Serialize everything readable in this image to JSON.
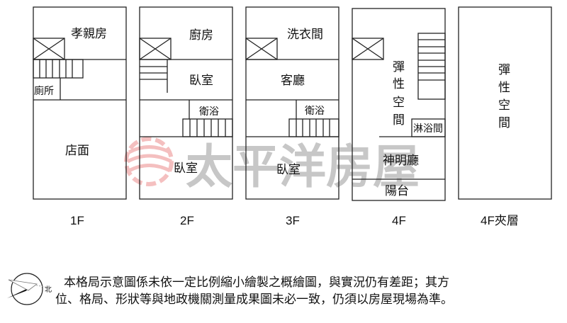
{
  "watermark": "太平洋房屋",
  "floors": [
    {
      "label": "1F",
      "rooms": [
        "孝親房",
        "廁所",
        "店面"
      ]
    },
    {
      "label": "2F",
      "rooms": [
        "廚房",
        "臥室",
        "衛浴",
        "臥室"
      ]
    },
    {
      "label": "3F",
      "rooms": [
        "洗衣間",
        "客廳",
        "衛浴",
        "臥室"
      ]
    },
    {
      "label": "4F",
      "rooms": [
        "彈",
        "性",
        "空",
        "間",
        "淋浴間",
        "神明廳",
        "陽台"
      ]
    },
    {
      "label": "4F夾層",
      "rooms": [
        "彈",
        "性",
        "空",
        "間"
      ]
    }
  ],
  "disclaimer": {
    "line1": "本格局示意圖係未依一定比例縮小繪製之概繪圖，與實況仍有差距；其方",
    "line2": "位、格局、形狀等與地政機關測量成果圖未必一致，仍須以房屋現場為準。"
  }
}
